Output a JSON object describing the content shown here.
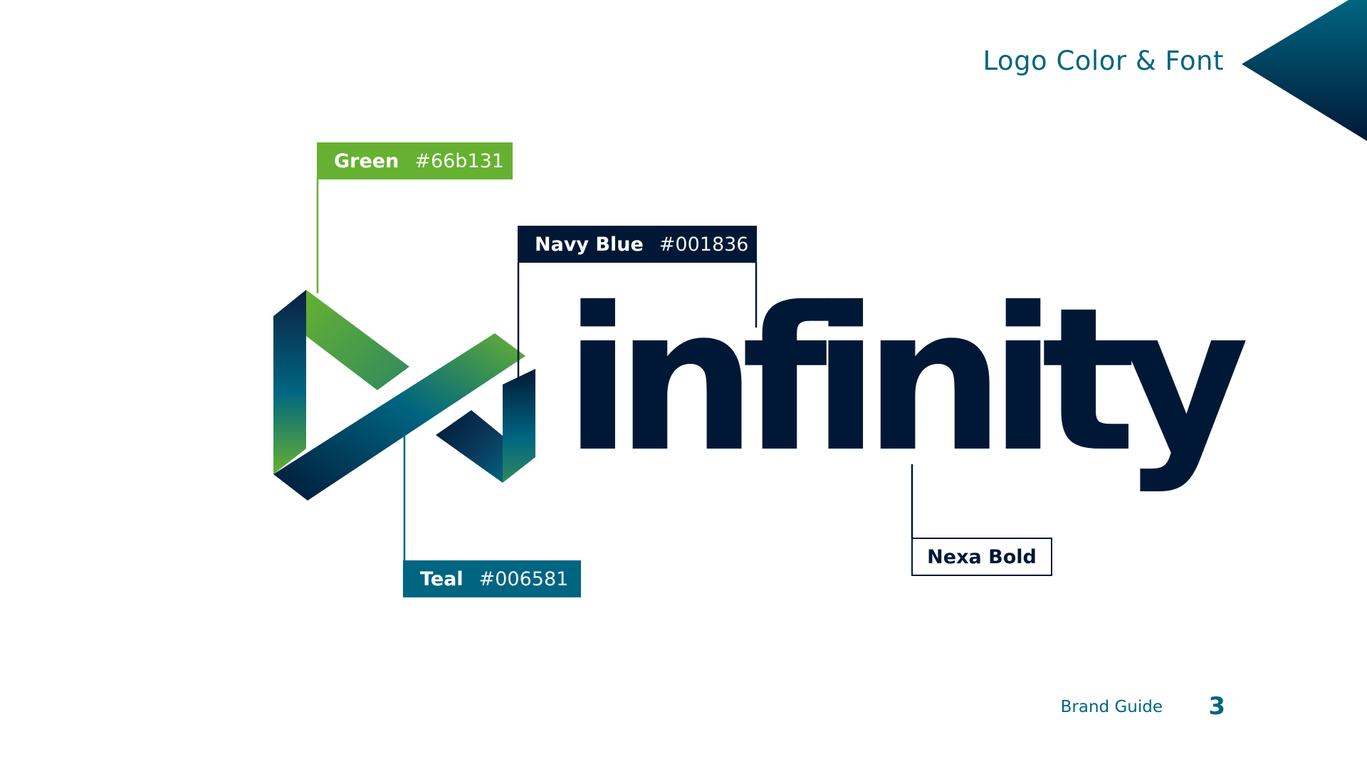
{
  "header": {
    "title": "Logo Color & Font"
  },
  "logo": {
    "wordmark": "infinity"
  },
  "colors": [
    {
      "name": "Green",
      "hex": "#66b131"
    },
    {
      "name": "Navy Blue",
      "hex": "#001836"
    },
    {
      "name": "Teal",
      "hex": "#006581"
    }
  ],
  "font_label": "Nexa Bold",
  "footer": {
    "label": "Brand Guide",
    "page_number": "3"
  }
}
